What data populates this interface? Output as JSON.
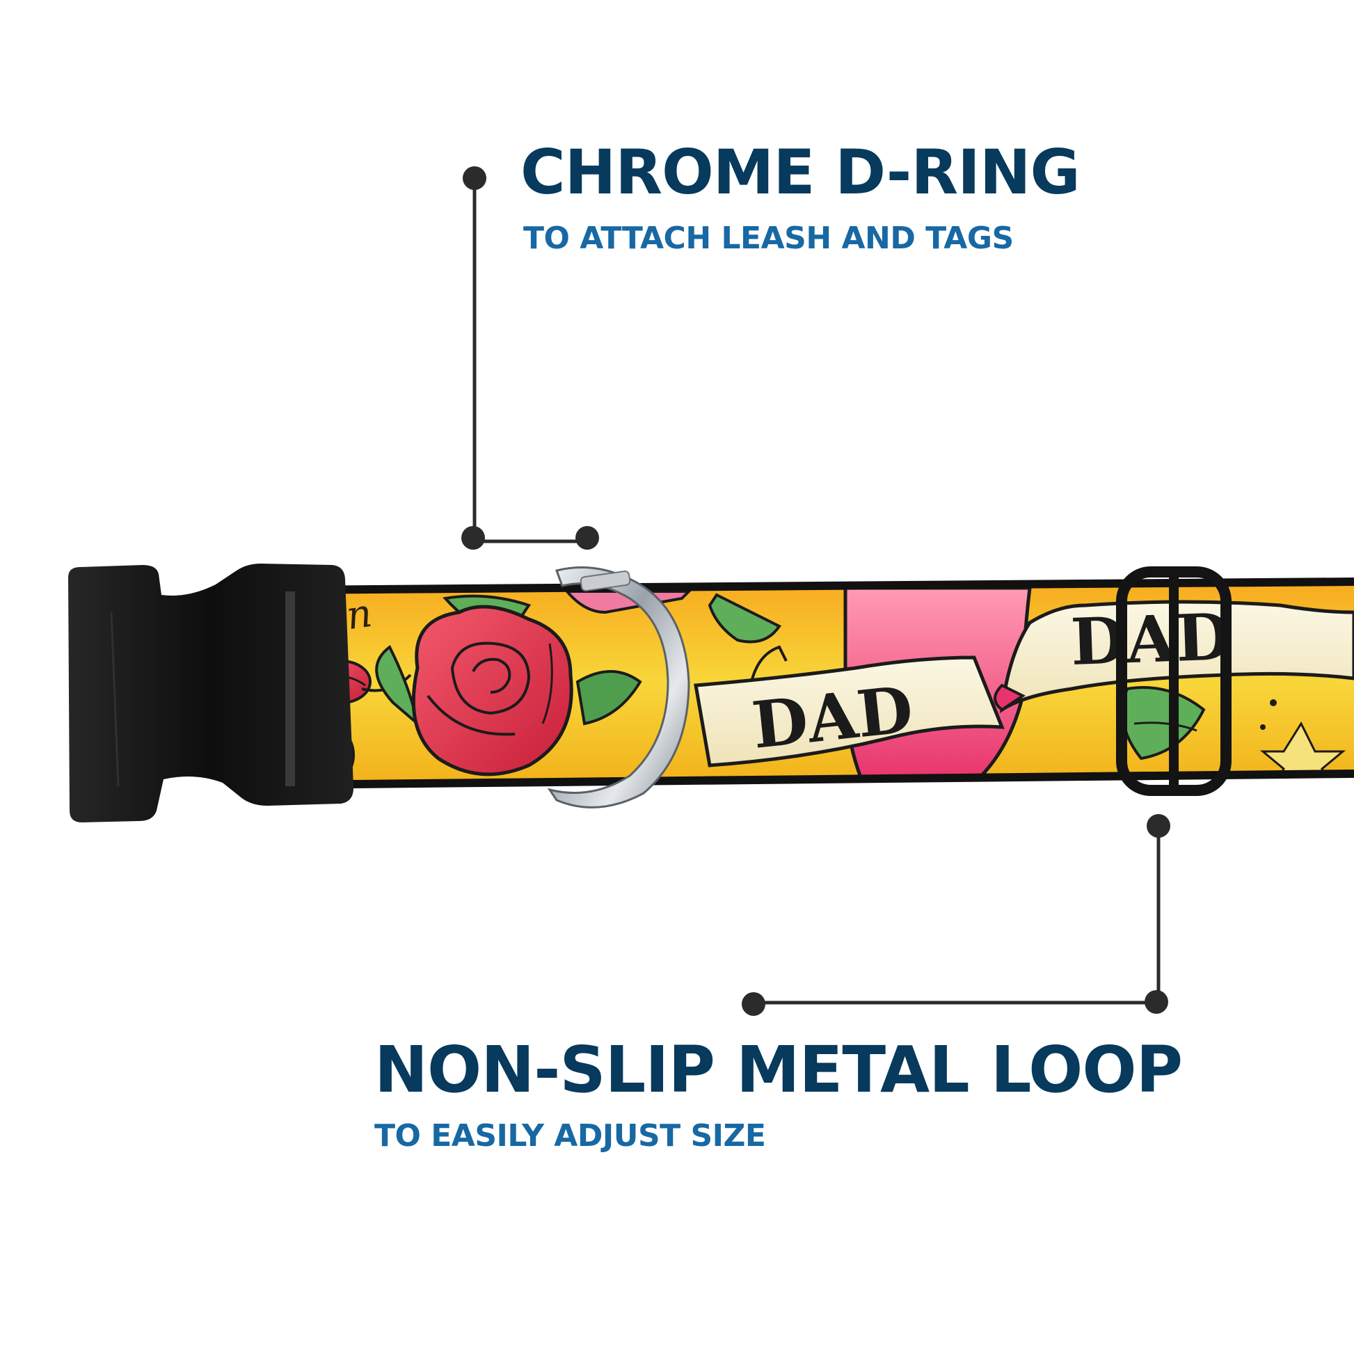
{
  "callouts": {
    "dring": {
      "title": "CHROME D-RING",
      "subtitle": "TO ATTACH LEASH AND TAGS"
    },
    "loop": {
      "title": "NON-SLIP METAL LOOP",
      "subtitle": "TO EASILY ADJUST SIZE"
    }
  },
  "collar": {
    "print_words": [
      "DAD",
      "DAD"
    ],
    "script_fragment": "swn"
  },
  "colors": {
    "title": "#073a5c",
    "subtitle": "#1768a3",
    "leader_line": "#2b2b2b",
    "buckle": "#111111",
    "webbing_yellow": "#f4c21b",
    "rose_red": "#e23a4b",
    "leaf_green": "#5fae5a",
    "ribbon_pink": "#f07aa0",
    "banner_cream": "#f6f0d6",
    "chrome": "#b9bec4"
  }
}
